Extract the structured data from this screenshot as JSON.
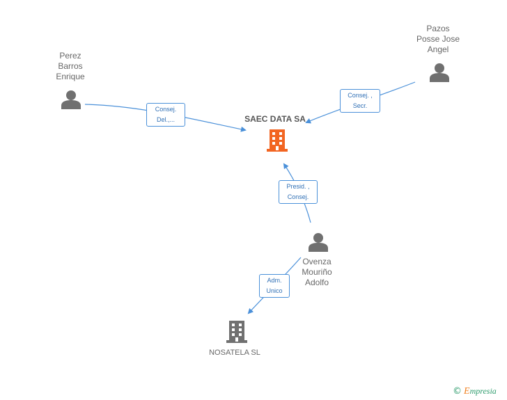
{
  "nodes": {
    "saec": {
      "name": "SAEC DATA SA",
      "type": "company-main"
    },
    "nosatela": {
      "name": "NOSATELA SL",
      "type": "company"
    },
    "perez": {
      "name_lines": [
        "Perez",
        "Barros",
        "Enrique"
      ],
      "type": "person"
    },
    "pazos": {
      "name_lines": [
        "Pazos",
        "Posse Jose",
        "Angel"
      ],
      "type": "person"
    },
    "ovenza": {
      "name_lines": [
        "Ovenza",
        "Mouriño",
        "Adolfo"
      ],
      "type": "person"
    }
  },
  "edges": {
    "perez_saec": {
      "lines": [
        "Consej.",
        "Del.,..."
      ]
    },
    "pazos_saec": {
      "lines": [
        "Consej. ,",
        "Secr."
      ]
    },
    "ovenza_saec": {
      "lines": [
        "Presid. ,",
        "Consej."
      ]
    },
    "ovenza_nosatela": {
      "lines": [
        "Adm.",
        "Unico"
      ]
    }
  },
  "colors": {
    "edge": "#4a90d9",
    "person_icon": "#707070",
    "company_icon": "#707070",
    "main_company_icon": "#f26522"
  },
  "footer": {
    "copyright_symbol": "©",
    "brand_initial": "E",
    "brand_rest": "mpresia"
  }
}
